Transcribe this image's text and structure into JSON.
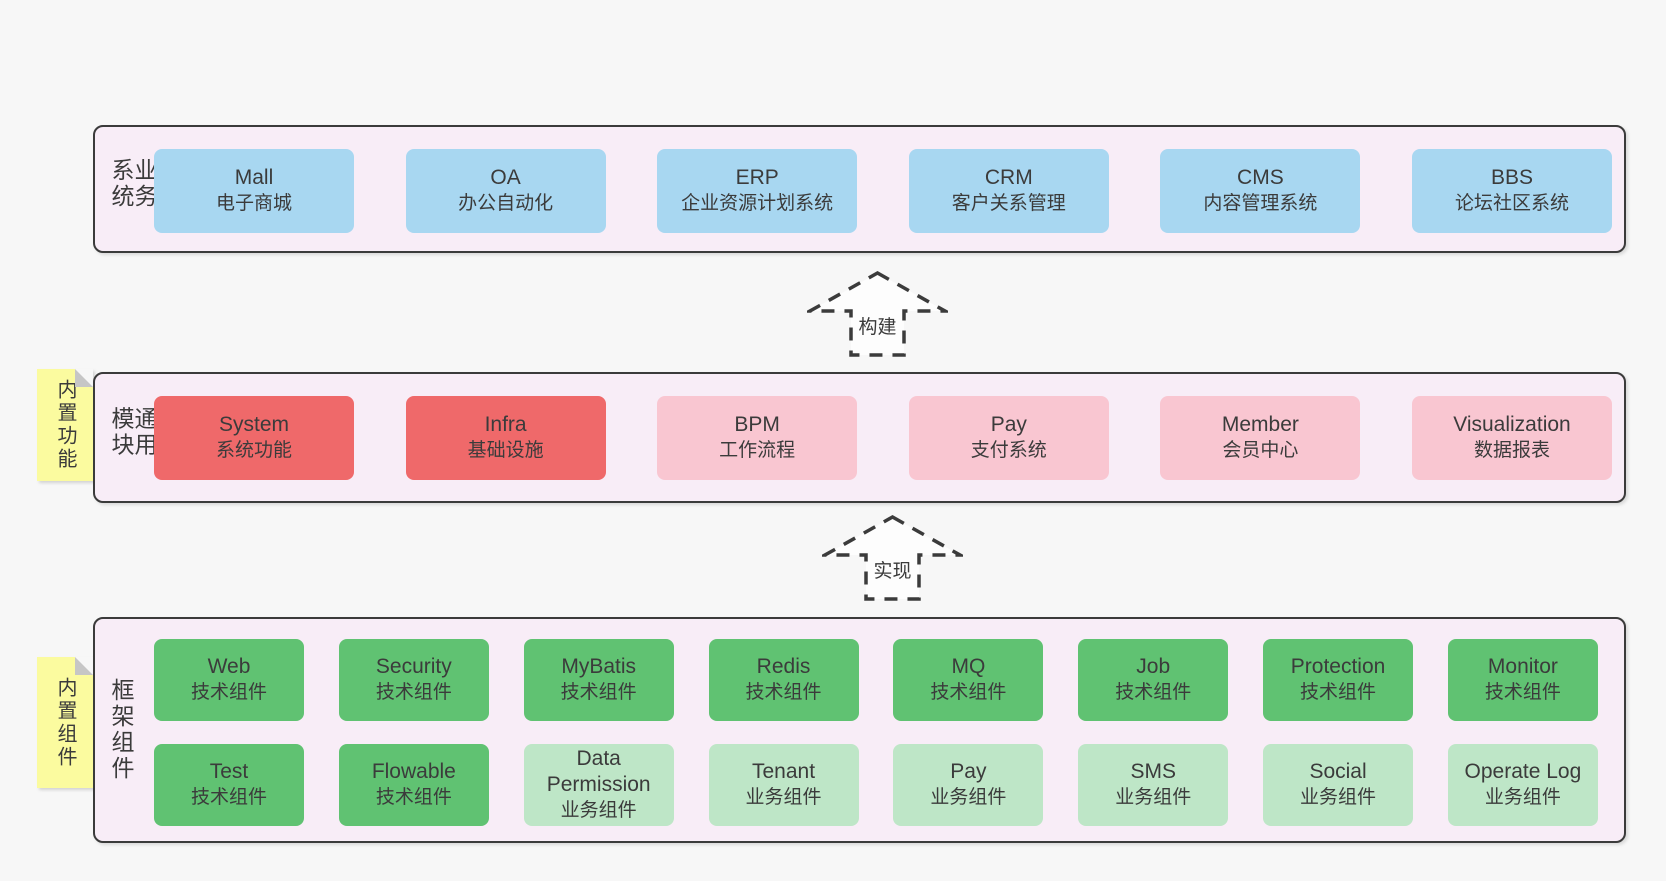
{
  "colors": {
    "page_bg": "#f7f7f7",
    "layer_bg": "#f8edf7",
    "outline": "#3b3b3b",
    "blue": "#a8d7f1",
    "red": "#ef696a",
    "pink": "#f9c6d1",
    "green": "#60c272",
    "light_green": "#bee6c7",
    "note_yellow": "#fbfb9f",
    "note_fold_gray": "#c6c6c6"
  },
  "arrows": [
    {
      "label": "构建"
    },
    {
      "label": "实现"
    }
  ],
  "layers": [
    {
      "label": "业务系统",
      "boxes": [
        {
          "name": "Mall",
          "desc": "电子商城",
          "variant": "blue"
        },
        {
          "name": "OA",
          "desc": "办公自动化",
          "variant": "blue"
        },
        {
          "name": "ERP",
          "desc": "企业资源计划系统",
          "variant": "blue"
        },
        {
          "name": "CRM",
          "desc": "客户关系管理",
          "variant": "blue"
        },
        {
          "name": "CMS",
          "desc": "内容管理系统",
          "variant": "blue"
        },
        {
          "name": "BBS",
          "desc": "论坛社区系统",
          "variant": "blue"
        }
      ]
    },
    {
      "label": "通用模块",
      "note": "内置功能",
      "boxes": [
        {
          "name": "System",
          "desc": "系统功能",
          "variant": "red"
        },
        {
          "name": "Infra",
          "desc": "基础设施",
          "variant": "red"
        },
        {
          "name": "BPM",
          "desc": "工作流程",
          "variant": "pink"
        },
        {
          "name": "Pay",
          "desc": "支付系统",
          "variant": "pink"
        },
        {
          "name": "Member",
          "desc": "会员中心",
          "variant": "pink"
        },
        {
          "name": "Visualization",
          "desc": "数据报表",
          "variant": "pink"
        }
      ]
    },
    {
      "label": "框架组件",
      "note": "内置组件",
      "rows": [
        [
          {
            "name": "Web",
            "desc": "技术组件",
            "variant": "green"
          },
          {
            "name": "Security",
            "desc": "技术组件",
            "variant": "green"
          },
          {
            "name": "MyBatis",
            "desc": "技术组件",
            "variant": "green"
          },
          {
            "name": "Redis",
            "desc": "技术组件",
            "variant": "green"
          },
          {
            "name": "MQ",
            "desc": "技术组件",
            "variant": "green"
          },
          {
            "name": "Job",
            "desc": "技术组件",
            "variant": "green"
          },
          {
            "name": "Protection",
            "desc": "技术组件",
            "variant": "green"
          },
          {
            "name": "Monitor",
            "desc": "技术组件",
            "variant": "green"
          }
        ],
        [
          {
            "name": "Test",
            "desc": "技术组件",
            "variant": "green"
          },
          {
            "name": "Flowable",
            "desc": "技术组件",
            "variant": "green"
          },
          {
            "name": "Data Permission",
            "desc": "业务组件",
            "variant": "light_green"
          },
          {
            "name": "Tenant",
            "desc": "业务组件",
            "variant": "light_green"
          },
          {
            "name": "Pay",
            "desc": "业务组件",
            "variant": "light_green"
          },
          {
            "name": "SMS",
            "desc": "业务组件",
            "variant": "light_green"
          },
          {
            "name": "Social",
            "desc": "业务组件",
            "variant": "light_green"
          },
          {
            "name": "Operate Log",
            "desc": "业务组件",
            "variant": "light_green"
          }
        ]
      ]
    }
  ]
}
